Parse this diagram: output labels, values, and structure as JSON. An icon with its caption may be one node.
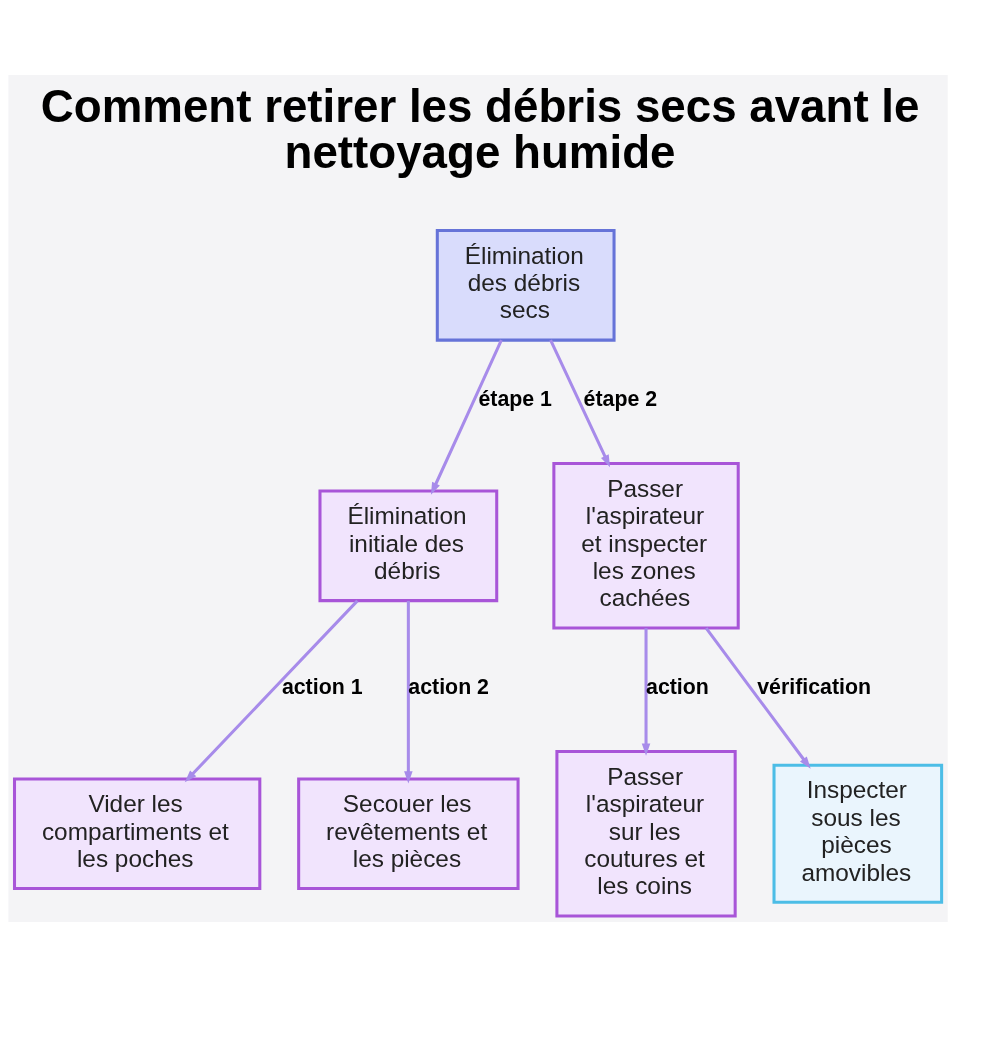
{
  "diagram": {
    "title": "Comment retirer les débris secs avant le nettoyage humide",
    "nodes": [
      {
        "text": [
          "Élimination des débris secs"
        ]
      },
      {
        "text": [
          "Élimination initiale des débris"
        ]
      },
      {
        "text": [
          "Passer l'aspirateur et inspecter les zones cachées"
        ]
      },
      {
        "text": [
          "Vider les compartiments et les poches"
        ]
      },
      {
        "text": [
          "Secouer les revêtements et les pièces"
        ]
      },
      {
        "text": [
          "Passer l'aspirateur sur les coutures et les coins"
        ]
      },
      {
        "text": [
          "Inspecter sous les pièces amovibles"
        ]
      }
    ],
    "edges": [
      {
        "from": 0,
        "to": 1,
        "arrow": "to",
        "label": "étape 1"
      },
      {
        "from": 0,
        "to": 2,
        "arrow": "to",
        "label": "étape 2"
      },
      {
        "from": 1,
        "to": 3,
        "arrow": "to",
        "label": "action 1"
      },
      {
        "from": 1,
        "to": 4,
        "arrow": "to",
        "label": "action 2"
      },
      {
        "from": 2,
        "to": 5,
        "arrow": "to",
        "label": "action"
      },
      {
        "from": 2,
        "to": 6,
        "arrow": "to",
        "label": "vérification"
      }
    ]
  }
}
